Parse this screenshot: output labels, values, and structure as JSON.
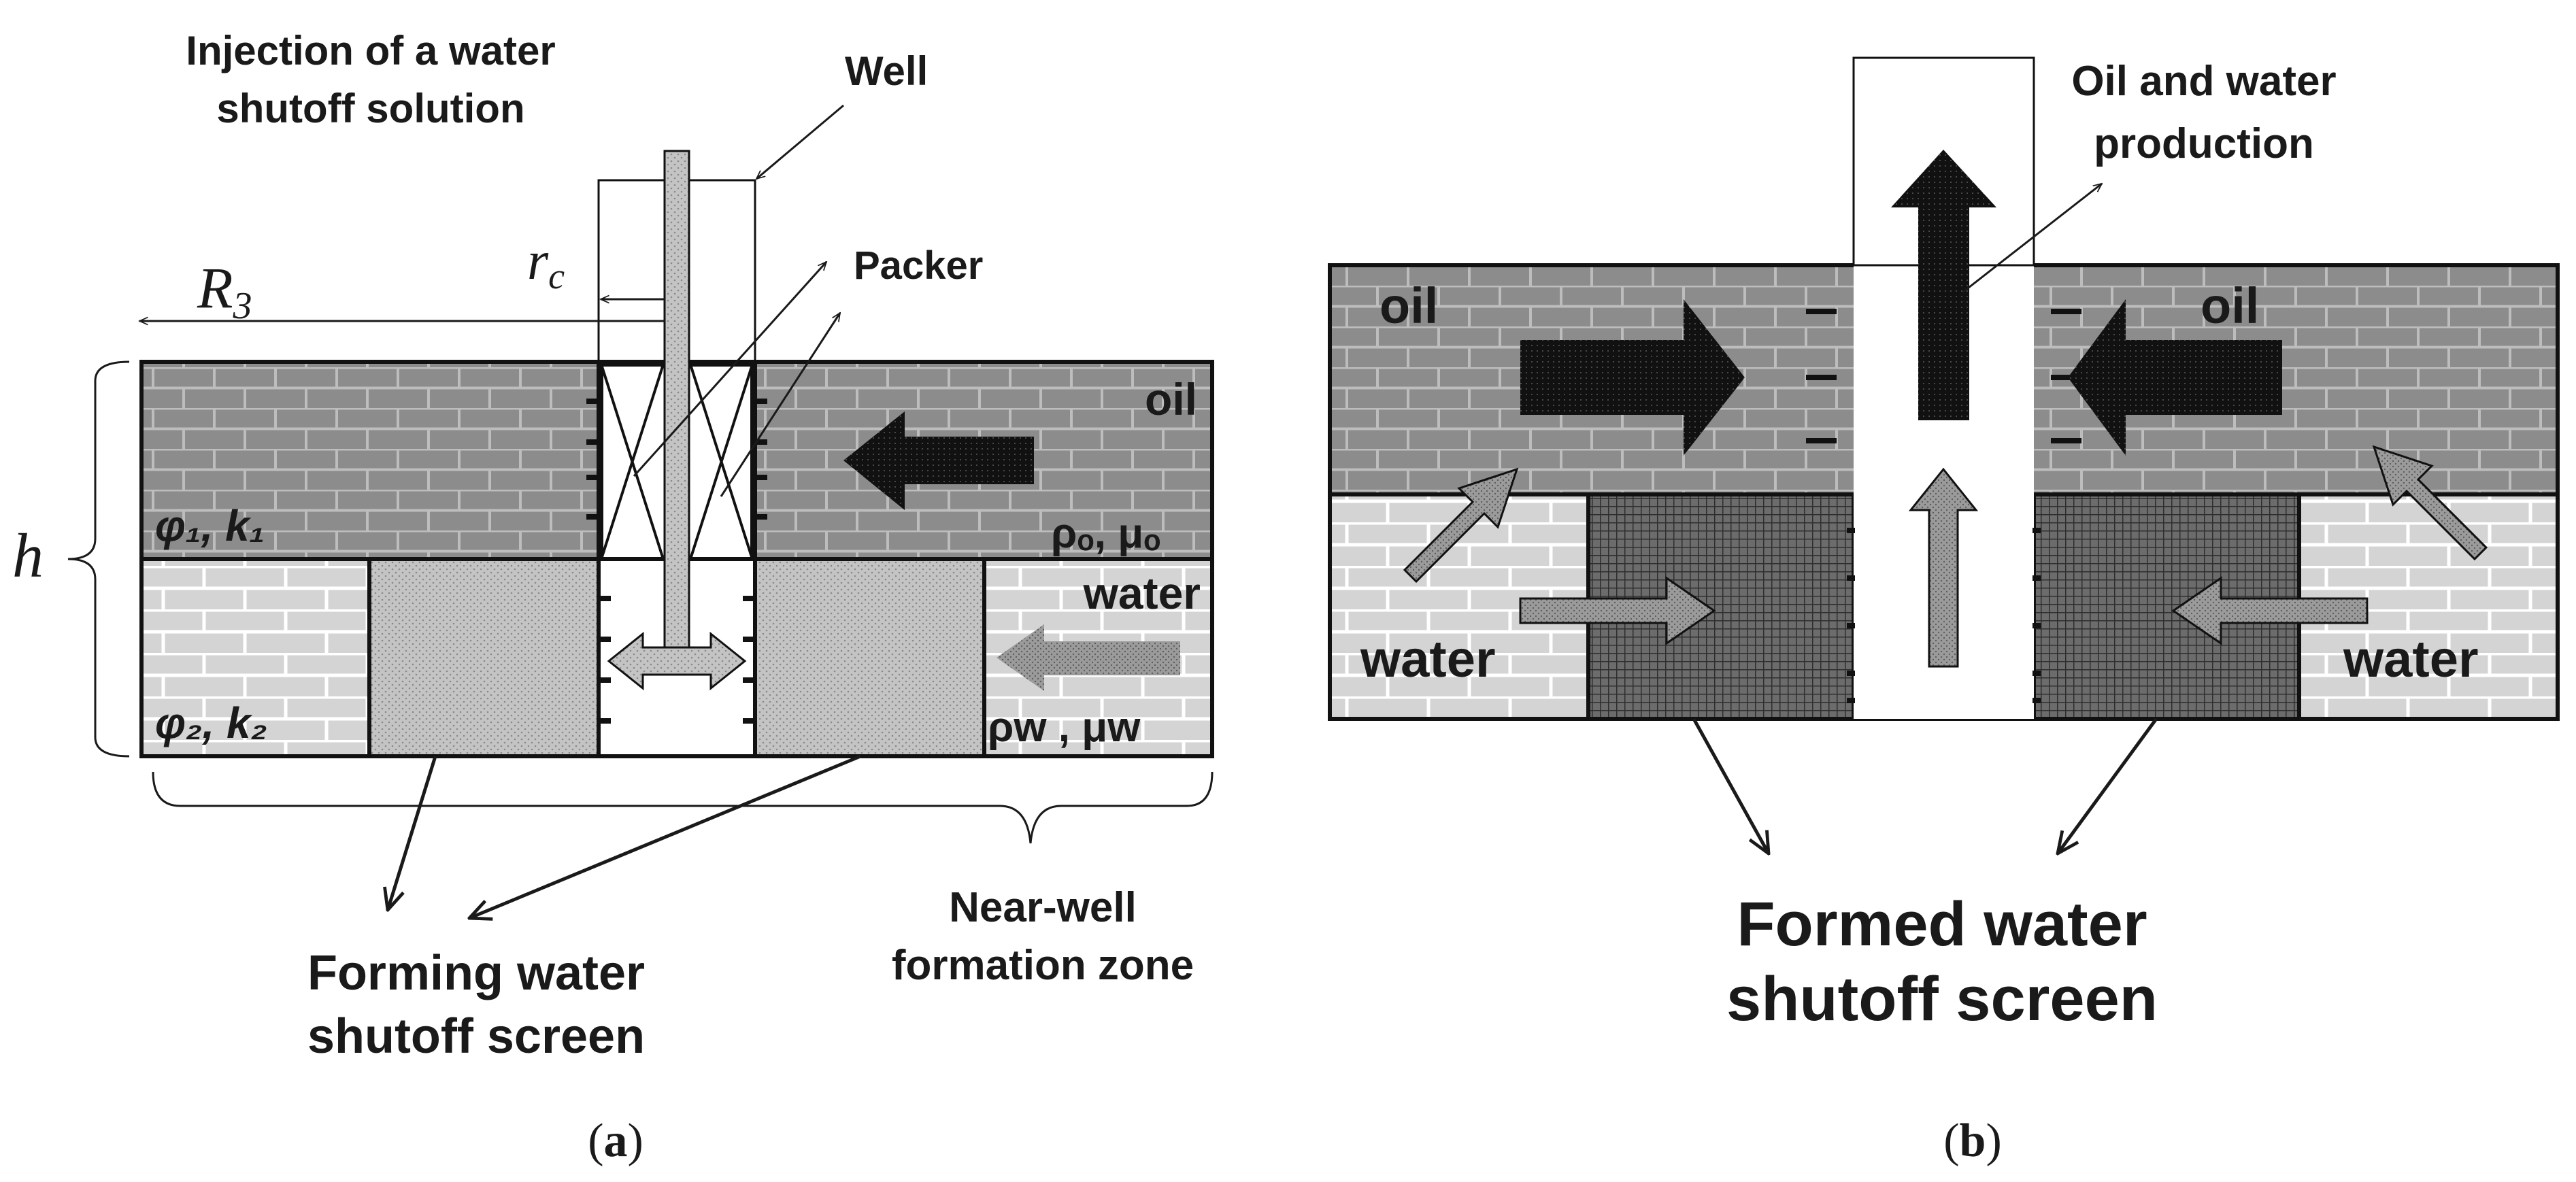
{
  "panel_a": {
    "injection_line1": "Injection of a water",
    "injection_line2": "shutoff solution",
    "well": "Well",
    "packer": "Packer",
    "r_c": "r",
    "r_c_sub": "c",
    "R3": "R",
    "R3_sub": "3",
    "h": "h",
    "oil": "oil",
    "water": "water",
    "phi1_k1": "φ₁, k₁",
    "phi2_k2": "φ₂, k₂",
    "rho_o": "ρₒ, μₒ",
    "rho_w": "ρw , μw",
    "forming_line1": "Forming water",
    "forming_line2": "shutoff screen",
    "nearwell_line1": "Near-well",
    "nearwell_line2": "formation zone",
    "tag_open": "(",
    "tag_letter": "a",
    "tag_close": ")"
  },
  "panel_b": {
    "production_line1": "Oil and water",
    "production_line2": "production",
    "oil_left": "oil",
    "oil_right": "oil",
    "water_left": "water",
    "water_right": "water",
    "formed_line1": "Formed water",
    "formed_line2": "shutoff screen",
    "tag_open": "(",
    "tag_letter": "b",
    "tag_close": ")"
  }
}
